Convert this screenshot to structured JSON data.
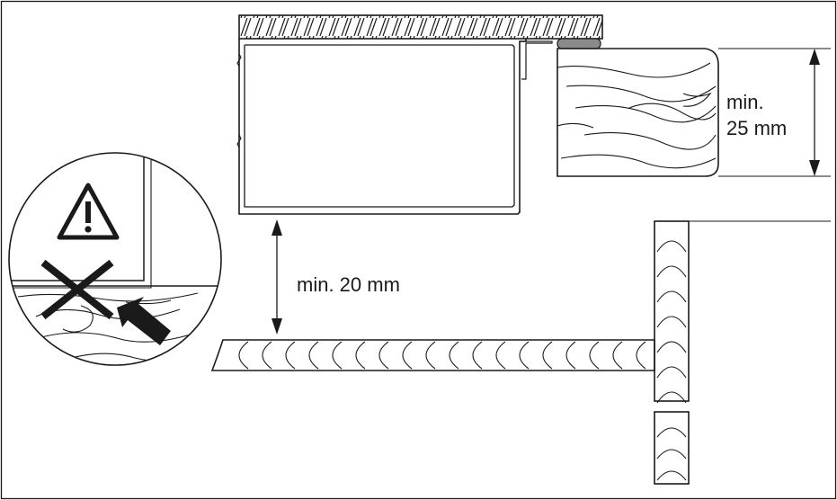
{
  "labels": {
    "min_20": "min. 20 mm",
    "min_25_line1": "min.",
    "min_25_line2": "25 mm"
  },
  "icons": {
    "warning": "warning-triangle-icon",
    "prohibited": "cross-icon",
    "pointer": "arrow-icon"
  },
  "colors": {
    "ink": "#1a1a1a",
    "seal": "#8a8a8a",
    "background": "#ffffff"
  }
}
